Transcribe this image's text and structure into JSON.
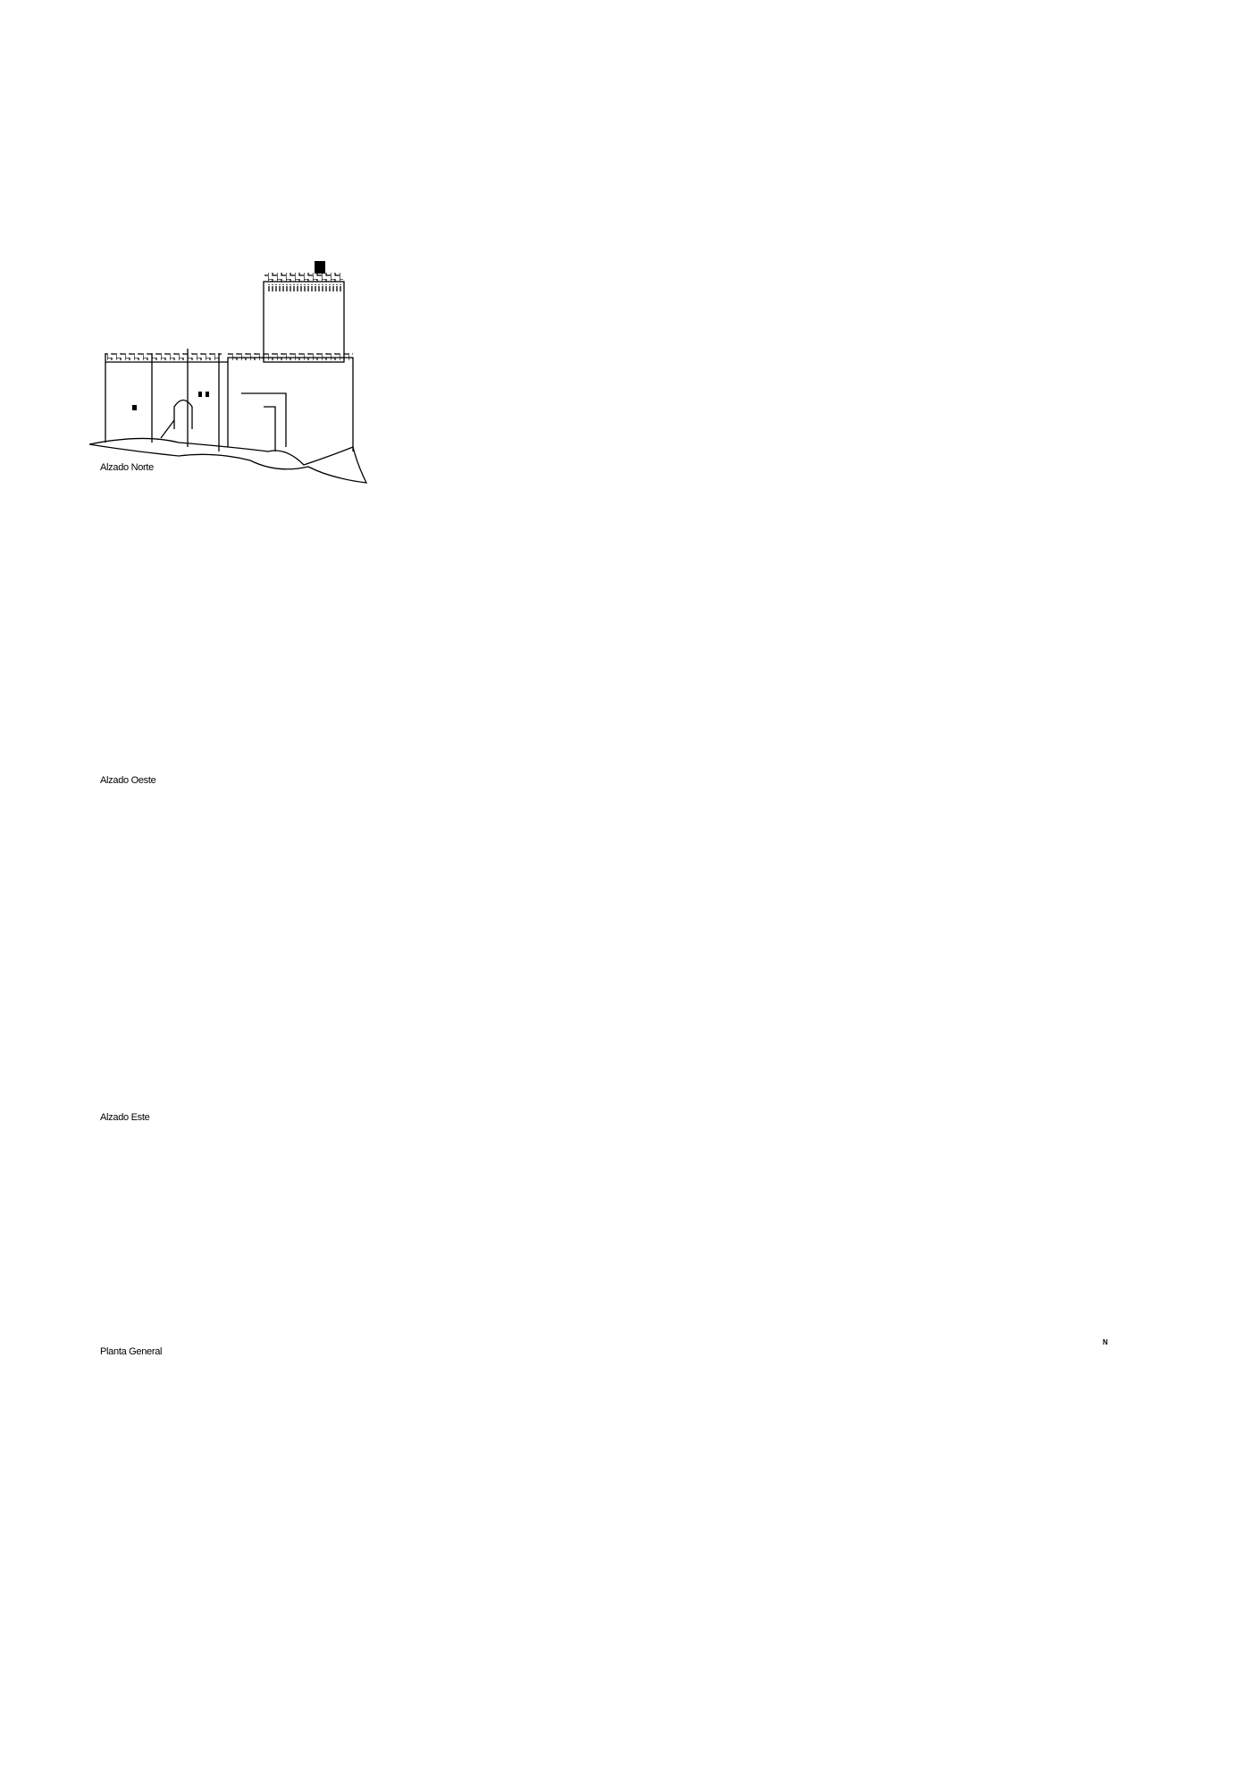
{
  "drawings": {
    "north_elevation": {
      "label": "Alzado Norte"
    },
    "west_elevation": {
      "label": "Alzado Oeste"
    },
    "east_elevation": {
      "label": "Alzado Este"
    },
    "general_plan": {
      "label": "Planta General",
      "north_arrow": "N"
    }
  },
  "colors": {
    "ink": "#000000",
    "paper": "#ffffff"
  }
}
